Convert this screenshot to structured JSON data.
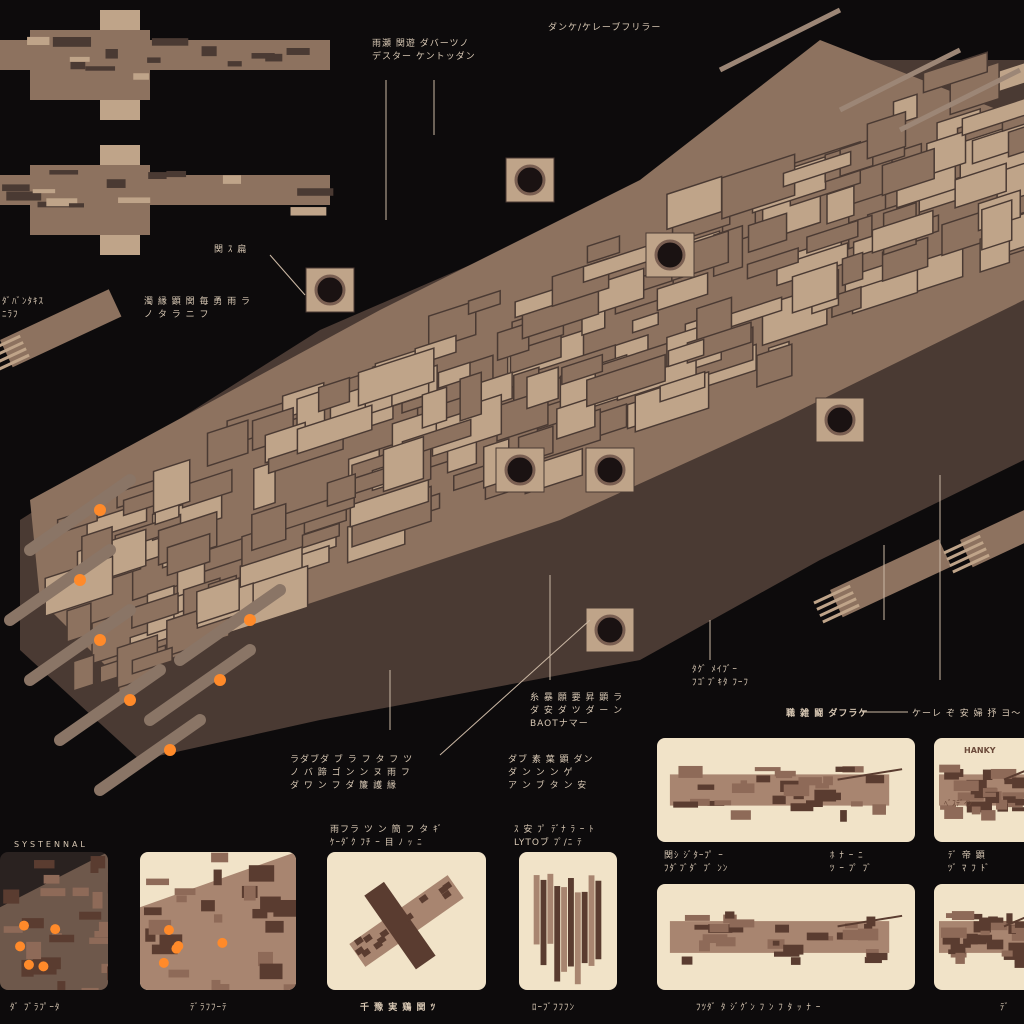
{
  "title": "",
  "labels": {
    "top_center": "ダンケ/ケレーブフリラー",
    "top_left_note": "雨瀬 関遊 ダバーツノ\nデスター ケントッダン",
    "mid_note_1": "関 ｽ 扁",
    "side_note_left": "ﾀﾞﾊﾞﾝﾀｷｽ\nﾆﾗﾌ",
    "mid_note_2": "濁 縁 顕 関 毎 勇 雨 ラ\nノ タ ラ ニ フ",
    "right_note_1": "ﾀｸﾞ ﾒｲﾌﾞｰ\nﾌｺﾞﾌﾞｷﾀ ﾌｰﾌ",
    "right_header_left": "職 雑 闘 ダフラケ",
    "right_header_right": "ケーレ ぞ 安 婦 抒 ヨ〜",
    "center_note_1": "糸 暴 願 要 昇 顕 ラ\nダ 安 ダ ツ ダ ー ン\nBAOTナマー",
    "center_note_2": "ラダブダ ブ ラ フ タ フ ツ\nノ バ 蹄 ゴ ン ン ヌ 雨 フ\nダ ワ ン フ ダ 簾 護 縁",
    "lower_note_1": "ダブ 素 葉 顕 ダン\nダ ン ン ン ゲ\nア ン ブ タ ン 安",
    "systemnal": "SYSTENNAL",
    "thumb2_header": "雨フラ ツ ン 簡 フ タ ｷﾞ\nｹｰﾀﾞｸ ﾌﾁ ｰ 目 ﾉ ｯ ﾆ",
    "thumb3_header": "ｽ 安 ﾌﾟ ﾃﾞﾅ ﾗ ｰ ﾄ\nLYTOブ ﾌﾟ/ﾆ ﾃ",
    "caption_1": "ﾀﾞ ﾌﾞﾗﾌﾟｰﾀ",
    "caption_2": "ﾃﾞﾗﾌﾌｰﾃ",
    "caption_3": "千 豫 実 鶏 関 ﾂ",
    "caption_4": "ﾛｰﾌﾞﾌﾌﾌﾝ",
    "caption_5": "ﾌﾂﾀﾞ ﾀ ｼﾞｸﾞﾝ ﾌ ﾝ ﾌ ﾀ ｯ ﾅ ｰ",
    "caption_6": "ﾃﾞ",
    "panel_r1_note": "関ｼ ｼﾞﾀｰﾌﾟ ｰ\nﾌﾀﾞﾌﾞﾀﾞ ﾌﾞ ﾝﾝ",
    "panel_r2_note": "ﾎ ﾅ ｰ ﾆ\nﾂ ｰ ﾌﾟ ﾌﾞ",
    "panel_r3_note": "ﾃﾞ 帝 顕\nﾂﾞ ﾏ ﾌ ﾄﾞ",
    "panel_r_badge": "HANKY",
    "panel_r_small": "ﾍﾞｽﾃﾞｲﾝ"
  },
  "colors": {
    "background": "#0d0b0c",
    "hull_light": "#bfa489",
    "hull_mid": "#8d725f",
    "hull_dark": "#4a3a33",
    "glow": "#ff8a2a",
    "panel_bg": "#f1e3c8"
  }
}
